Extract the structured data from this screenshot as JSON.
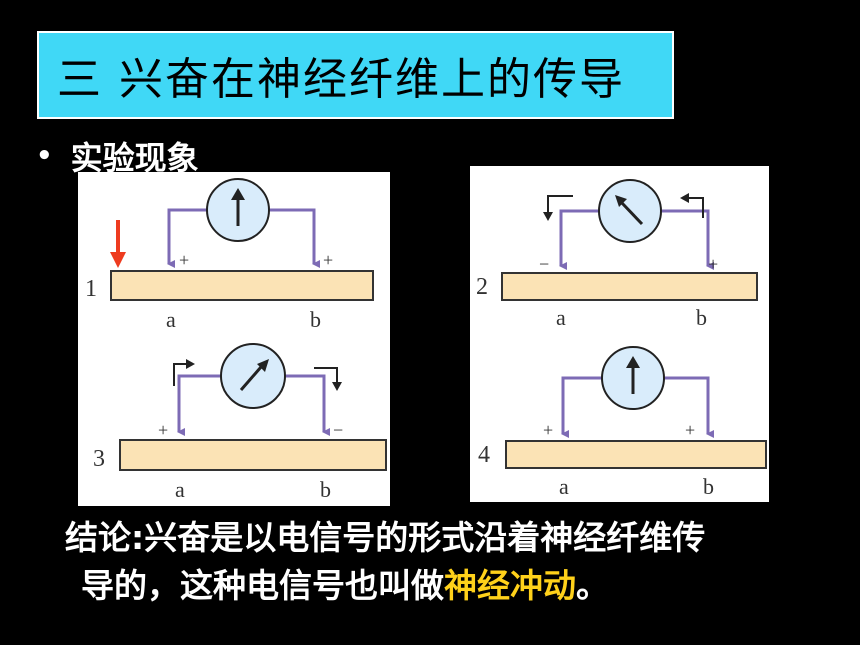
{
  "title": "三  兴奋在神经纤维上的传导",
  "bullet": {
    "symbol": "•",
    "label": "实验现象"
  },
  "panels": [
    {
      "num": "1",
      "a": "a",
      "b": "b",
      "left_sign": "+",
      "right_sign": "+",
      "needle": "up",
      "stimulus": "arrow"
    },
    {
      "num": "2",
      "a": "a",
      "b": "b",
      "left_sign": "−",
      "right_sign": "+",
      "needle": "left",
      "stimulus": "none"
    },
    {
      "num": "3",
      "a": "a",
      "b": "b",
      "left_sign": "+",
      "right_sign": "−",
      "needle": "right",
      "stimulus": "none"
    },
    {
      "num": "4",
      "a": "a",
      "b": "b",
      "left_sign": "+",
      "right_sign": "+",
      "needle": "up",
      "stimulus": "none"
    }
  ],
  "conclusion": {
    "line1": "结论:兴奋是以电信号的形式沿着神经纤维传",
    "line2_pre": "导的，这种电信号也叫做",
    "line2_highlight": "神经冲动",
    "line2_post": "。"
  },
  "colors": {
    "background": "#000000",
    "title_bg": "#40d8f6",
    "fiber": "#fbe3b5",
    "meter": "#d9ecfb",
    "wire": "#7d6bb5",
    "stimulus_arrow": "#ee3b1f",
    "highlight": "#ffd11a"
  }
}
